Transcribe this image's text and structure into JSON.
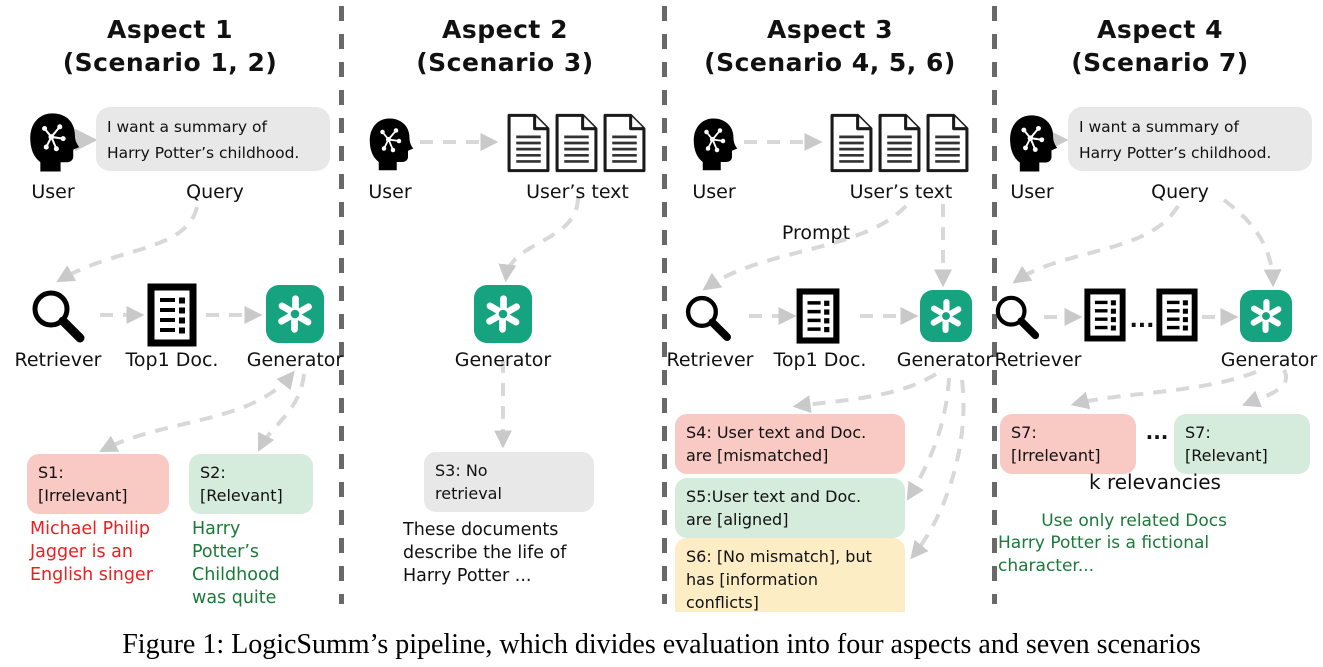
{
  "caption": "Figure 1: LogicSumm’s pipeline, which divides evaluation into four aspects and seven scenarios",
  "aspect1": {
    "title": "Aspect 1",
    "subtitle": "(Scenario 1, 2)",
    "user_label": "User",
    "query_text": "I want a summary of\nHarry Potter’s childhood.",
    "query_label": "Query",
    "retriever_label": "Retriever",
    "doc_label": "Top1 Doc.",
    "generator_label": "Generator",
    "s1_box": "S1:\n[Irrelevant]",
    "s1_text": "Michael Philip\nJagger is an\nEnglish singer",
    "s2_box": "S2:\n[Relevant]",
    "s2_text": "Harry\nPotter’s\nChildhood\nwas quite"
  },
  "aspect2": {
    "title": "Aspect 2",
    "subtitle": "(Scenario 3)",
    "user_label": "User",
    "docs_label": "User’s text",
    "generator_label": "Generator",
    "s3_box": "S3: No\nretrieval",
    "s3_text": "These documents\ndescribe the life of\nHarry Potter ..."
  },
  "aspect3": {
    "title": "Aspect 3",
    "subtitle": "(Scenario 4, 5, 6)",
    "user_label": "User",
    "docs_label": "User’s text",
    "prompt_label": "Prompt",
    "retriever_label": "Retriever",
    "doc_label": "Top1 Doc.",
    "generator_label": "Generator",
    "s4_box": "S4: User text and Doc.\nare [mismatched]",
    "s5_box": "S5:User text and Doc.\nare [aligned]",
    "s6_box": "S6: [No mismatch], but\nhas [information\nconflicts]"
  },
  "aspect4": {
    "title": "Aspect 4",
    "subtitle": "(Scenario 7)",
    "user_label": "User",
    "query_text": "I want a summary of\nHarry Potter’s childhood.",
    "query_label": "Query",
    "retriever_label": "Retriever",
    "docs_ellipsis": "...",
    "generator_label": "Generator",
    "s7a_box": "S7:\n[Irrelevant]",
    "s7_ellipsis": "...",
    "s7b_box": "S7:\n[Relevant]",
    "k_label": "k relevancies",
    "green_text": "        Use only related Docs\nHarry Potter is a fictional\ncharacter..."
  },
  "icons": {
    "user-icon": "black head silhouette with white brain network",
    "retriever-icon": "magnifying glass",
    "document-list-icon": "document with list lines and squares",
    "document-page-icon": "page with folded corner and text lines",
    "generator-openai-icon": "white OpenAI knot on green rounded square"
  },
  "colors": {
    "openai_green": "#16a37f",
    "box_red": "#f9c9c4",
    "box_green": "#d5ebdc",
    "box_yellow": "#fdedc5",
    "box_gray": "#e8e8e8",
    "text_red": "#e82020",
    "text_green": "#1a7a38",
    "arrow_gray": "#d8d8d8",
    "separator_gray": "#696969"
  }
}
